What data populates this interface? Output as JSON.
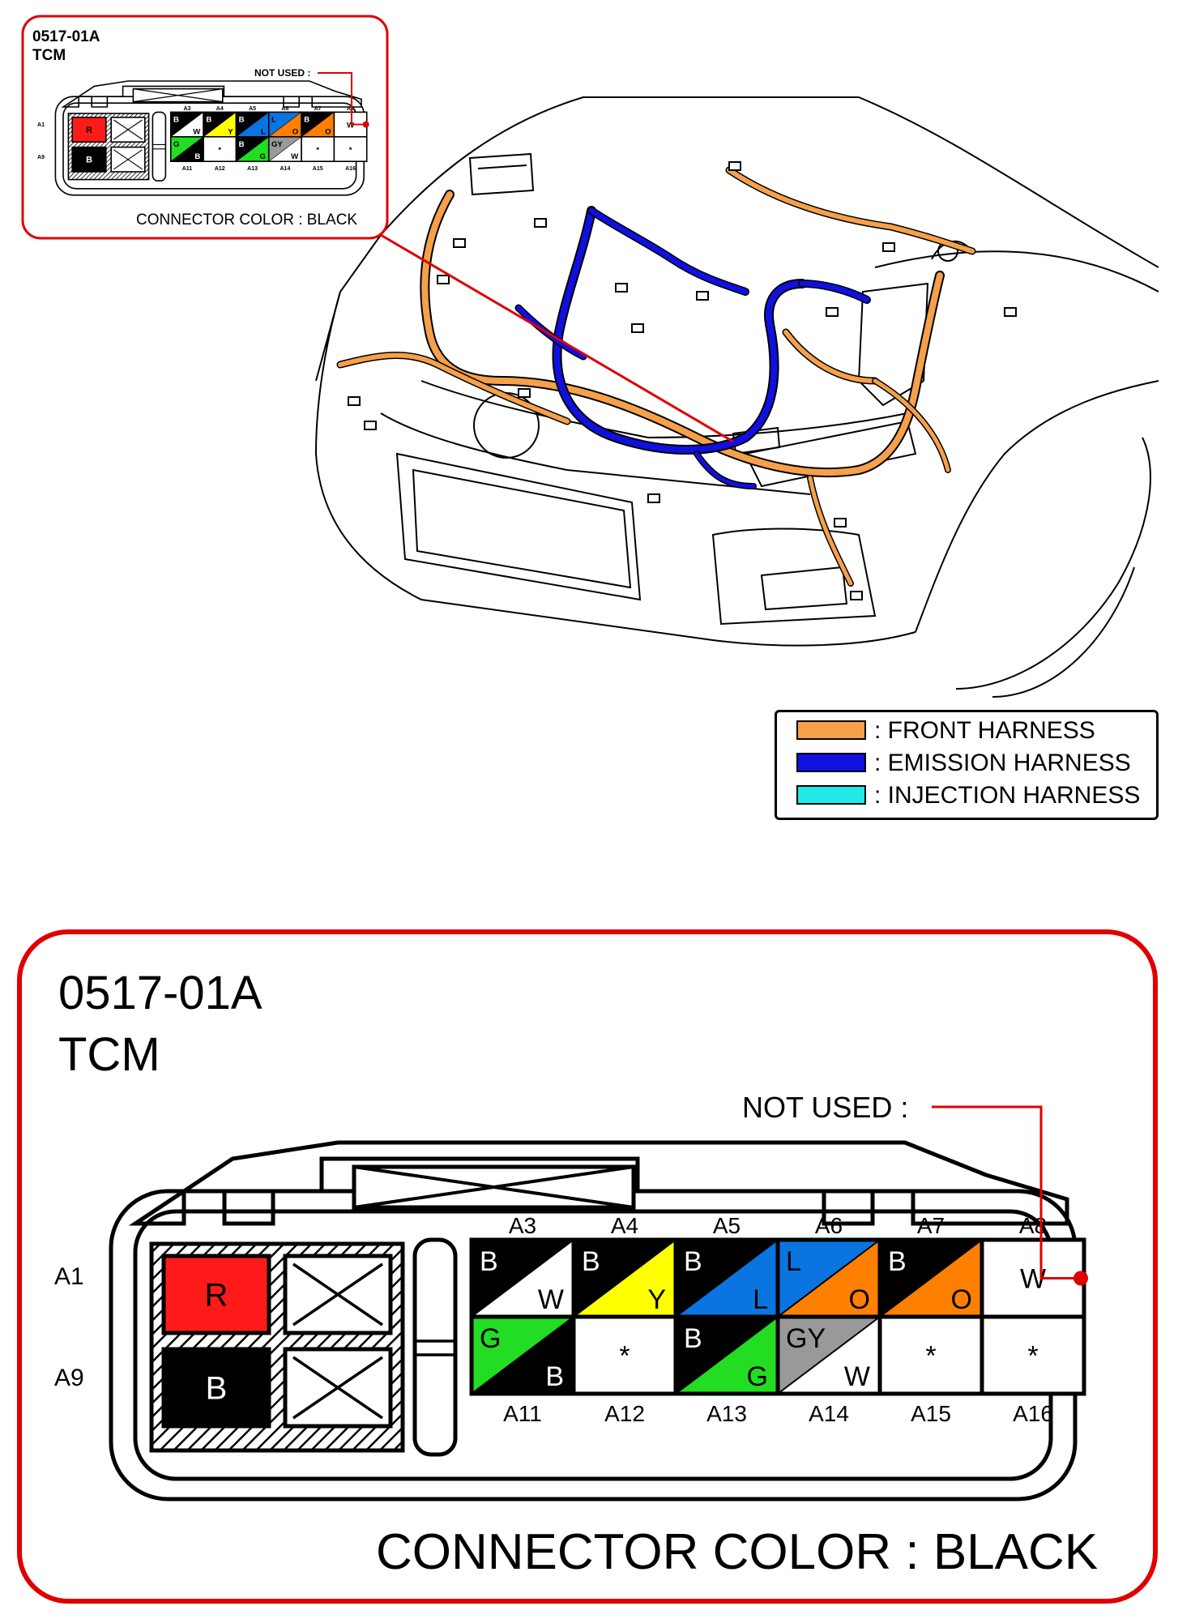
{
  "connector": {
    "code": "0517-01A",
    "name": "TCM",
    "not_used_label": "NOT USED :",
    "connector_color_label": "CONNECTOR COLOR : BLACK"
  },
  "side_labels": {
    "top": "A1",
    "bottom": "A9"
  },
  "left_block": [
    {
      "pin": "A1",
      "color": "R",
      "fill": "#ff1a1a"
    },
    {
      "pin": "A9",
      "color": "B",
      "fill": "#000000"
    }
  ],
  "top_pins": [
    {
      "pin": "A3",
      "c1": "B",
      "c2": "W",
      "fill1": "#000000",
      "fill2": "#ffffff"
    },
    {
      "pin": "A4",
      "c1": "B",
      "c2": "Y",
      "fill1": "#000000",
      "fill2": "#ffff00"
    },
    {
      "pin": "A5",
      "c1": "B",
      "c2": "L",
      "fill1": "#000000",
      "fill2": "#0a74e0"
    },
    {
      "pin": "A6",
      "c1": "L",
      "c2": "O",
      "fill1": "#0a74e0",
      "fill2": "#ff8000"
    },
    {
      "pin": "A7",
      "c1": "B",
      "c2": "O",
      "fill1": "#000000",
      "fill2": "#ff8000"
    },
    {
      "pin": "A8",
      "c1": "W",
      "c2": "",
      "fill1": "#ffffff",
      "fill2": ""
    }
  ],
  "bottom_pins": [
    {
      "pin": "A11",
      "c1": "G",
      "c2": "B",
      "fill1": "#22dd22",
      "fill2": "#000000"
    },
    {
      "pin": "A12",
      "c1": "*",
      "c2": "",
      "fill1": "#ffffff",
      "fill2": ""
    },
    {
      "pin": "A13",
      "c1": "B",
      "c2": "G",
      "fill1": "#000000",
      "fill2": "#22dd22"
    },
    {
      "pin": "A14",
      "c1": "GY",
      "c2": "W",
      "fill1": "#999999",
      "fill2": "#ffffff"
    },
    {
      "pin": "A15",
      "c1": "*",
      "c2": "",
      "fill1": "#ffffff",
      "fill2": ""
    },
    {
      "pin": "A16",
      "c1": "*",
      "c2": "",
      "fill1": "#ffffff",
      "fill2": ""
    }
  ],
  "legend": [
    {
      "label": ": FRONT HARNESS",
      "color": "#f5a04a"
    },
    {
      "label": ": EMISSION HARNESS",
      "color": "#1010e0"
    },
    {
      "label": ": INJECTION HARNESS",
      "color": "#22e8e8"
    }
  ],
  "colors": {
    "callout": "#e00000",
    "front_harness": "#f5a04a",
    "emission_harness": "#1010e0"
  }
}
